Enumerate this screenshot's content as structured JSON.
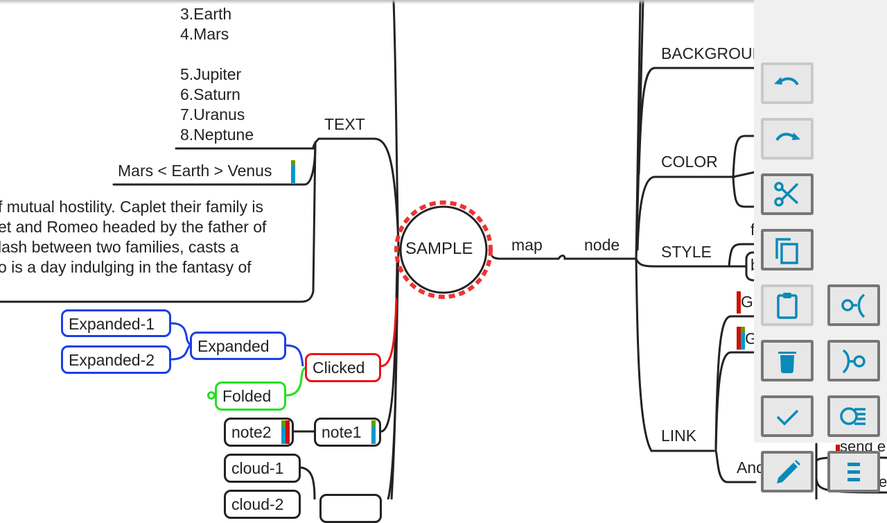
{
  "map": {
    "root": "SAMPLE",
    "planet_list": [
      "3.Earth",
      "4.Mars",
      "",
      "5.Jupiter",
      "6.Saturn",
      "7.Uranus",
      "8.Neptune"
    ],
    "text_branch": "TEXT",
    "comparison": "Mars < Earth > Venus",
    "paragraph": [
      "f mutual hostility. Caplet their family is",
      "et and Romeo headed by the father of",
      "lash between two families, casts a",
      "o is a day indulging in the fantasy of"
    ],
    "expanded_1": "Expanded-1",
    "expanded_2": "Expanded-2",
    "expanded": "Expanded",
    "clicked": "Clicked",
    "folded": "Folded",
    "note2": "note2",
    "note1": "note1",
    "cloud_1": "cloud-1",
    "cloud_2": "cloud-2",
    "map_label": "map",
    "node_label": "node",
    "background": "BACKGROUND",
    "color": "COLOR",
    "style": "STYLE",
    "style_child": "f",
    "style_box": "b",
    "link": "LINK",
    "link_child_1": "G",
    "link_child_2": "G",
    "link_child_3": "And",
    "send": "send e",
    "send_sub": "e"
  },
  "colors": {
    "accent_icon": "#0a8ab8",
    "selection_dash": "#ee3333",
    "expanded_branch": "#1a3fe6",
    "clicked_branch": "#ee1111",
    "folded_branch": "#22e022",
    "marker_red": "#cc1100",
    "marker_green": "#669900",
    "marker_blue": "#0099cc"
  },
  "toolbar": {
    "undo": "undo",
    "redo": "redo",
    "cut": "cut",
    "copy": "copy",
    "paste": "paste",
    "delete": "delete",
    "check": "done",
    "add_sibling_left": "insert parent",
    "add_child": "insert child",
    "node_style": "node style",
    "edit": "edit",
    "menu": "menu"
  }
}
